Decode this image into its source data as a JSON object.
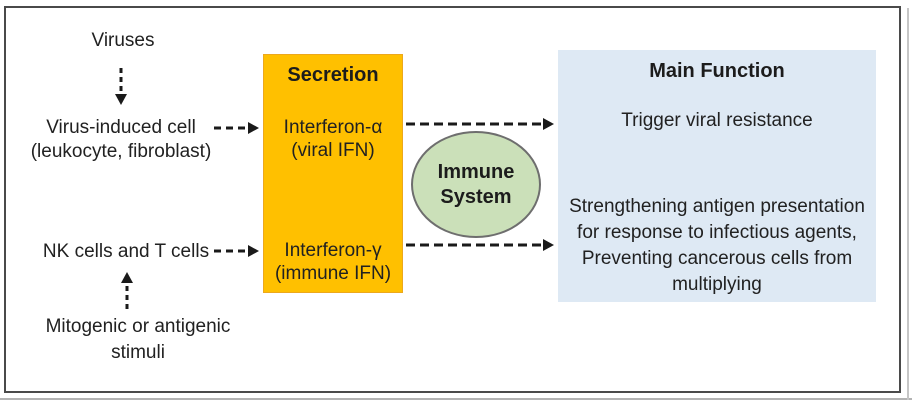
{
  "diagram": {
    "left": {
      "viruses": "Viruses",
      "virus_cell_line1": "Virus-induced cell",
      "virus_cell_line2": "(leukocyte, fibroblast)",
      "nk_t_cells": "NK cells and T cells",
      "stimuli_line1": "Mitogenic or antigenic",
      "stimuli_line2": "stimuli"
    },
    "secretion": {
      "title": "Secretion",
      "alpha_line1": "Interferon-α",
      "alpha_line2": "(viral IFN)",
      "gamma_line1": "Interferon-γ",
      "gamma_line2": "(immune IFN)"
    },
    "immune_system": {
      "line1": "Immune",
      "line2": "System"
    },
    "main_function": {
      "title": "Main Function",
      "function1": "Trigger viral resistance",
      "function2_line1": "Strengthening antigen presentation",
      "function2_line2": "for response to infectious agents,",
      "function2_line3": "Preventing cancerous cells from",
      "function2_line4": "multiplying"
    },
    "colors": {
      "secretion_fill": "#FFC000",
      "immune_system_fill": "#CBE0B9",
      "immune_system_border": "#6E6E6E",
      "main_function_fill": "#DEE9F4",
      "arrow": "#1A1A1A",
      "text": "#212121",
      "frame_border": "#4A4A4A"
    }
  }
}
